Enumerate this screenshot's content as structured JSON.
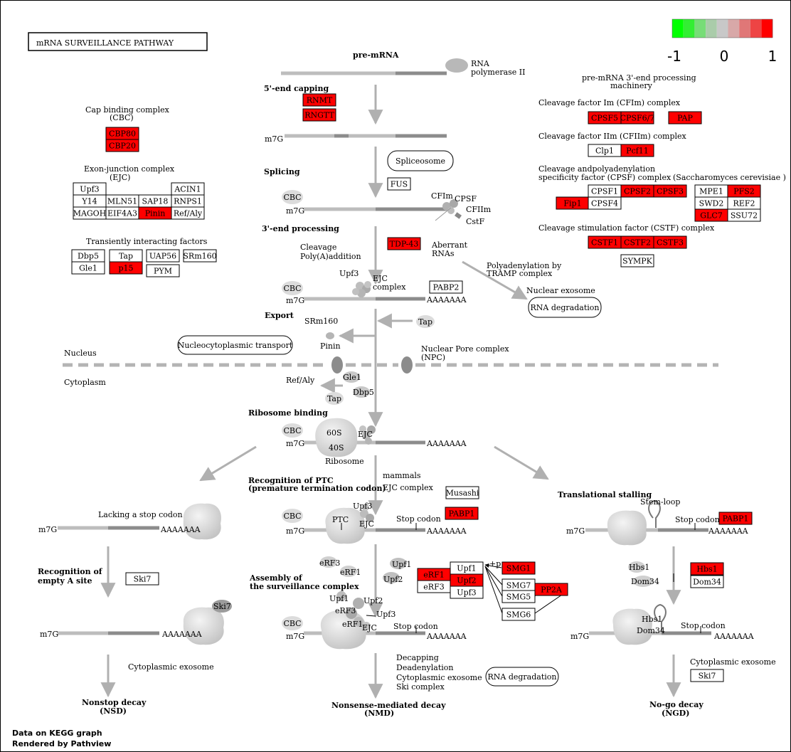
{
  "title": "mRNA  SURVEILLANCE  PATHWAY",
  "legend": {
    "min": "-1",
    "mid": "0",
    "max": "1",
    "colors": [
      "#00ff00",
      "#33ee33",
      "#77dd77",
      "#aaccaa",
      "#c8c8c8",
      "#d8a8a8",
      "#e07777",
      "#ee4444",
      "#ff0000"
    ]
  },
  "footer": {
    "line1": "Data on KEGG graph",
    "line2": "Rendered by Pathview"
  },
  "colors": {
    "up": "#ff0000",
    "none": "#ffffff"
  },
  "texts": [
    {
      "id": "pre-mrna-heading",
      "text": "pre-mRNA",
      "bold": true
    },
    {
      "id": "rna-pol-1",
      "text": "RNA"
    },
    {
      "id": "rna-pol-2",
      "text": "polymerase II"
    },
    {
      "id": "capping-heading",
      "text": "5'-end capping",
      "bold": true
    },
    {
      "id": "m7g-1",
      "text": "m7G"
    },
    {
      "id": "splicing-heading",
      "text": "Splicing",
      "bold": true
    },
    {
      "id": "cfim-label",
      "text": "CFIm"
    },
    {
      "id": "cpsf-label",
      "text": "CPSF"
    },
    {
      "id": "cfiim-label",
      "text": "CFIIm"
    },
    {
      "id": "cstf-label",
      "text": "CstF"
    },
    {
      "id": "m7g-2",
      "text": "m7G"
    },
    {
      "id": "processing-heading",
      "text": "3'-end processing",
      "bold": true
    },
    {
      "id": "cleavage-1",
      "text": "Cleavage"
    },
    {
      "id": "cleavage-2",
      "text": "Poly(A)addition"
    },
    {
      "id": "aberrant-1",
      "text": "Aberrant"
    },
    {
      "id": "aberrant-2",
      "text": "RNAs"
    },
    {
      "id": "polyad-1",
      "text": "Polyadenylation by"
    },
    {
      "id": "polyad-2",
      "text": "TRAMP complex"
    },
    {
      "id": "nuc-exo",
      "text": "Nuclear exosome"
    },
    {
      "id": "upf3-a",
      "text": "Upf3"
    },
    {
      "id": "ejc-a1",
      "text": "EJC"
    },
    {
      "id": "ejc-a2",
      "text": "complex"
    },
    {
      "id": "m7g-3",
      "text": "m7G"
    },
    {
      "id": "polya-3",
      "text": "AAAAAAA"
    },
    {
      "id": "export-heading",
      "text": "Export",
      "bold": true
    },
    {
      "id": "srm160-float",
      "text": "SRm160"
    },
    {
      "id": "pinin-float",
      "text": "Pinin"
    },
    {
      "id": "npc-1",
      "text": "Nuclear Pore complex"
    },
    {
      "id": "npc-2",
      "text": "(NPC)"
    },
    {
      "id": "nucleus",
      "text": "Nucleus"
    },
    {
      "id": "cytoplasm",
      "text": "Cytoplasm"
    },
    {
      "id": "refaly-float",
      "text": "Ref/Aly"
    },
    {
      "id": "gle1-float",
      "text": "Gle1"
    },
    {
      "id": "dbp5-float",
      "text": "Dbp5"
    },
    {
      "id": "ribo-heading",
      "text": "Ribosome binding",
      "bold": true
    },
    {
      "id": "m7g-4",
      "text": "m7G"
    },
    {
      "id": "s60",
      "text": "60S"
    },
    {
      "id": "s40",
      "text": "40S"
    },
    {
      "id": "ribosome",
      "text": "Ribosome"
    },
    {
      "id": "ejc-b",
      "text": "EJC"
    },
    {
      "id": "polya-4",
      "text": "AAAAAAA"
    },
    {
      "id": "ptc-heading-1",
      "text": "Recognition of PTC",
      "bold": true
    },
    {
      "id": "ptc-heading-2",
      "text": "(premature termination codon)",
      "bold": true
    },
    {
      "id": "mammals-1",
      "text": "mammals"
    },
    {
      "id": "mammals-2",
      "text": "EJC complex"
    },
    {
      "id": "upf3-b",
      "text": "Upf3"
    },
    {
      "id": "ptc-label",
      "text": "PTC"
    },
    {
      "id": "ejc-c",
      "text": "EJC"
    },
    {
      "id": "stop-1",
      "text": "Stop codon"
    },
    {
      "id": "m7g-5",
      "text": "m7G"
    },
    {
      "id": "polya-5",
      "text": "AAAAAAA"
    },
    {
      "id": "lacking",
      "text": "Lacking a stop codon"
    },
    {
      "id": "m7g-6",
      "text": "m7G"
    },
    {
      "id": "polya-6",
      "text": "AAAAAAA"
    },
    {
      "id": "empty-a-1",
      "text": "Recognition of",
      "bold": true
    },
    {
      "id": "empty-a-2",
      "text": "empty A site",
      "bold": true
    },
    {
      "id": "ski7-float",
      "text": "Ski7"
    },
    {
      "id": "m7g-7",
      "text": "m7G"
    },
    {
      "id": "polya-7",
      "text": "AAAAAAA"
    },
    {
      "id": "cyto-exo-1",
      "text": "Cytoplasmic exosome"
    },
    {
      "id": "nsd-1",
      "text": "Nonstop decay",
      "bold": true
    },
    {
      "id": "nsd-2",
      "text": "(NSD)",
      "bold": true
    },
    {
      "id": "stalling-heading",
      "text": "Translational stalling",
      "bold": true
    },
    {
      "id": "stem-loop",
      "text": "Stem-loop"
    },
    {
      "id": "stop-2",
      "text": "Stop codon"
    },
    {
      "id": "m7g-8",
      "text": "m7G"
    },
    {
      "id": "polya-8",
      "text": "AAAAAAA"
    },
    {
      "id": "hbs1-float",
      "text": "Hbs1"
    },
    {
      "id": "dom34-float",
      "text": "Dom34"
    },
    {
      "id": "hbs1-rib",
      "text": "Hbs1"
    },
    {
      "id": "dom34-rib",
      "text": "Dom34"
    },
    {
      "id": "stop-3",
      "text": "Stop codon"
    },
    {
      "id": "m7g-9",
      "text": "m7G"
    },
    {
      "id": "polya-9",
      "text": "AAAAAAA"
    },
    {
      "id": "cyto-exo-2",
      "text": "Cytoplasmic exosome"
    },
    {
      "id": "ngd-1",
      "text": "No-go decay",
      "bold": true
    },
    {
      "id": "ngd-2",
      "text": "(NGD)",
      "bold": true
    },
    {
      "id": "assembly-1",
      "text": "Assembly of",
      "bold": true
    },
    {
      "id": "assembly-2",
      "text": "the surveillance complex",
      "bold": true
    },
    {
      "id": "erf3-a",
      "text": "eRF3"
    },
    {
      "id": "erf1-a",
      "text": "eRF1"
    },
    {
      "id": "upf1-a",
      "text": "Upf1"
    },
    {
      "id": "upf2-a",
      "text": "Upf2"
    },
    {
      "id": "upf1-b",
      "text": "Upf1"
    },
    {
      "id": "upf2-b",
      "text": "Upf2"
    },
    {
      "id": "erf3-b",
      "text": "eRF3"
    },
    {
      "id": "upf3-c",
      "text": "Upf3"
    },
    {
      "id": "erf1-b",
      "text": "eRF1"
    },
    {
      "id": "ejc-d",
      "text": "EJC"
    },
    {
      "id": "stop-4",
      "text": "Stop codon"
    },
    {
      "id": "m7g-10",
      "text": "m7G"
    },
    {
      "id": "polya-10",
      "text": "AAAAAAA"
    },
    {
      "id": "plus-p",
      "text": "+p"
    },
    {
      "id": "decap-1",
      "text": "Decapping"
    },
    {
      "id": "decap-2",
      "text": "Deadenylation"
    },
    {
      "id": "decap-3",
      "text": "Cytoplasmic exosome"
    },
    {
      "id": "decap-4",
      "text": "Ski complex"
    },
    {
      "id": "nmd-1",
      "text": "Nonsense-mediated decay",
      "bold": true
    },
    {
      "id": "nmd-2",
      "text": "(NMD)",
      "bold": true
    },
    {
      "id": "cbc-group-1",
      "text": "Cap binding complex"
    },
    {
      "id": "cbc-group-2",
      "text": "(CBC)"
    },
    {
      "id": "ejc-group-1",
      "text": "Exon-junction complex"
    },
    {
      "id": "ejc-group-2",
      "text": "(EJC)"
    },
    {
      "id": "trans-group",
      "text": "Transiently interacting factors"
    },
    {
      "id": "p3-heading-1",
      "text": "pre-mRNA 3'-end processing"
    },
    {
      "id": "p3-heading-2",
      "text": "machinery"
    },
    {
      "id": "cfim-group",
      "text": "Cleavage factor Im (CFIm) complex"
    },
    {
      "id": "cfiim-group",
      "text": "Cleavage factor IIm (CFIIm) complex"
    },
    {
      "id": "cpsf-group-1",
      "text": "Cleavage andpolyadenylation"
    },
    {
      "id": "cpsf-group-2",
      "text": "specificity factor (CPSF) complex"
    },
    {
      "id": "sacch",
      "text": "(Saccharomyces cerevisiae )"
    },
    {
      "id": "cstf-group",
      "text": "Cleavage stimulation factor (CSTF) complex"
    }
  ],
  "gene_boxes": [
    {
      "id": "rnmt",
      "label": "RNMT",
      "up": true
    },
    {
      "id": "rngtt",
      "label": "RNGTT",
      "up": true
    },
    {
      "id": "fus",
      "label": "FUS",
      "up": false
    },
    {
      "id": "tdp43",
      "label": "TDP-43",
      "up": true
    },
    {
      "id": "pabp2",
      "label": "PABP2",
      "up": false
    },
    {
      "id": "cbp80",
      "label": "CBP80",
      "up": true
    },
    {
      "id": "cbp20",
      "label": "CBP20",
      "up": true
    },
    {
      "id": "upf3-ejc",
      "label": "Upf3",
      "up": false
    },
    {
      "id": "acin1",
      "label": "ACIN1",
      "up": false
    },
    {
      "id": "y14",
      "label": "Y14",
      "up": false
    },
    {
      "id": "mln51",
      "label": "MLN51",
      "up": false
    },
    {
      "id": "sap18",
      "label": "SAP18",
      "up": false
    },
    {
      "id": "rnps1",
      "label": "RNPS1",
      "up": false
    },
    {
      "id": "magoh",
      "label": "MAGOH",
      "up": false
    },
    {
      "id": "eif4a3",
      "label": "EIF4A3",
      "up": false
    },
    {
      "id": "pinin",
      "label": "Pinin",
      "up": true
    },
    {
      "id": "refaly",
      "label": "Ref/Aly",
      "up": false
    },
    {
      "id": "dbp5",
      "label": "Dbp5",
      "up": false
    },
    {
      "id": "tap",
      "label": "Tap",
      "up": false
    },
    {
      "id": "uap56",
      "label": "UAP56",
      "up": false
    },
    {
      "id": "srm160",
      "label": "SRm160",
      "up": false
    },
    {
      "id": "gle1",
      "label": "Gle1",
      "up": false
    },
    {
      "id": "p15",
      "label": "p15",
      "up": true
    },
    {
      "id": "pym",
      "label": "PYM",
      "up": false
    },
    {
      "id": "cpsf5",
      "label": "CPSF5",
      "up": true
    },
    {
      "id": "cpsf67",
      "label": "CPSF6/7",
      "up": true
    },
    {
      "id": "pap",
      "label": "PAP",
      "up": true
    },
    {
      "id": "clp1",
      "label": "Clp1",
      "up": false
    },
    {
      "id": "pcf11",
      "label": "Pcf11",
      "up": true
    },
    {
      "id": "cpsf1",
      "label": "CPSF1",
      "up": false
    },
    {
      "id": "cpsf2",
      "label": "CPSF2",
      "up": true
    },
    {
      "id": "cpsf3",
      "label": "CPSF3",
      "up": true
    },
    {
      "id": "mpe1",
      "label": "MPE1",
      "up": false
    },
    {
      "id": "pfs2",
      "label": "PFS2",
      "up": true
    },
    {
      "id": "fip1",
      "label": "Fip1",
      "up": true
    },
    {
      "id": "cpsf4",
      "label": "CPSF4",
      "up": false
    },
    {
      "id": "swd2",
      "label": "SWD2",
      "up": false
    },
    {
      "id": "ref2",
      "label": "REF2",
      "up": false
    },
    {
      "id": "glc7",
      "label": "GLC7",
      "up": true
    },
    {
      "id": "ssu72",
      "label": "SSU72",
      "up": false
    },
    {
      "id": "cstf1",
      "label": "CSTF1",
      "up": true
    },
    {
      "id": "cstf2",
      "label": "CSTF2",
      "up": true
    },
    {
      "id": "cstf3",
      "label": "CSTF3",
      "up": true
    },
    {
      "id": "sympk",
      "label": "SYMPK",
      "up": false
    },
    {
      "id": "musashi",
      "label": "Musashi",
      "up": false
    },
    {
      "id": "pabp1-a",
      "label": "PABP1",
      "up": true
    },
    {
      "id": "pabp1-b",
      "label": "PABP1",
      "up": true
    },
    {
      "id": "ski7-a",
      "label": "Ski7",
      "up": false
    },
    {
      "id": "erf1",
      "label": "eRF1",
      "up": true
    },
    {
      "id": "upf1",
      "label": "Upf1",
      "up": false
    },
    {
      "id": "smg1",
      "label": "SMG1",
      "up": true
    },
    {
      "id": "erf3",
      "label": "eRF3",
      "up": false
    },
    {
      "id": "upf2",
      "label": "Upf2",
      "up": true
    },
    {
      "id": "smg7",
      "label": "SMG7",
      "up": false
    },
    {
      "id": "pp2a",
      "label": "PP2A",
      "up": true
    },
    {
      "id": "upf3",
      "label": "Upf3",
      "up": false
    },
    {
      "id": "smg5",
      "label": "SMG5",
      "up": false
    },
    {
      "id": "smg6",
      "label": "SMG6",
      "up": false
    },
    {
      "id": "hbs1",
      "label": "Hbs1",
      "up": true
    },
    {
      "id": "dom34",
      "label": "Dom34",
      "up": false
    },
    {
      "id": "ski7-b",
      "label": "Ski7",
      "up": false
    }
  ],
  "pills": [
    {
      "id": "spliceosome",
      "label": "Spliceosome"
    },
    {
      "id": "rna-deg-1",
      "label": "RNA degradation"
    },
    {
      "id": "nuc-transport",
      "label": "Nucleocytoplasmic transport"
    },
    {
      "id": "rna-deg-2",
      "label": "RNA degradation"
    }
  ],
  "blobs": [
    {
      "id": "cbc-1",
      "label": "CBC"
    },
    {
      "id": "cbc-2",
      "label": "CBC"
    },
    {
      "id": "cbc-3",
      "label": "CBC"
    },
    {
      "id": "cbc-4",
      "label": "CBC"
    },
    {
      "id": "cbc-5",
      "label": "CBC"
    },
    {
      "id": "tap-float",
      "label": "Tap"
    },
    {
      "id": "tap-float-2",
      "label": "Tap"
    }
  ]
}
